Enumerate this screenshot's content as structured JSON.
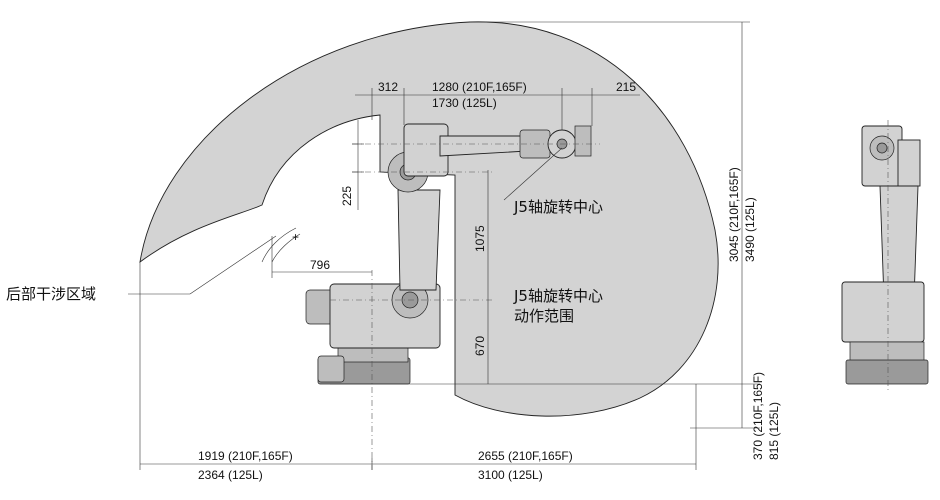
{
  "colors": {
    "work_area": "#d3d3d3",
    "outline": "#222222"
  },
  "labels": {
    "rear_interference": "后部干涉区域",
    "j5_center": "J5轴旋转中心",
    "j5_range_line1": "J5轴旋转中心",
    "j5_range_line2": "动作范围"
  },
  "dimensions": {
    "top_312": "312",
    "top_1280": "1280  (210F,165F)",
    "top_1730": "1730  (125L)",
    "top_215": "215",
    "left_225": "225",
    "mid_1075": "1075",
    "mid_670": "670",
    "horiz_796": "796",
    "right_3045": "3045  (210F,165F)",
    "right_3490": "3490  (125L)",
    "right_370": "370  (210F,165F)",
    "right_815": "815  (125L)",
    "bottom_1919": "1919  (210F,165F)",
    "bottom_2364": "2364  (125L)",
    "bottom_2655": "2655  (210F,165F)",
    "bottom_3100": "3100  (125L)"
  }
}
